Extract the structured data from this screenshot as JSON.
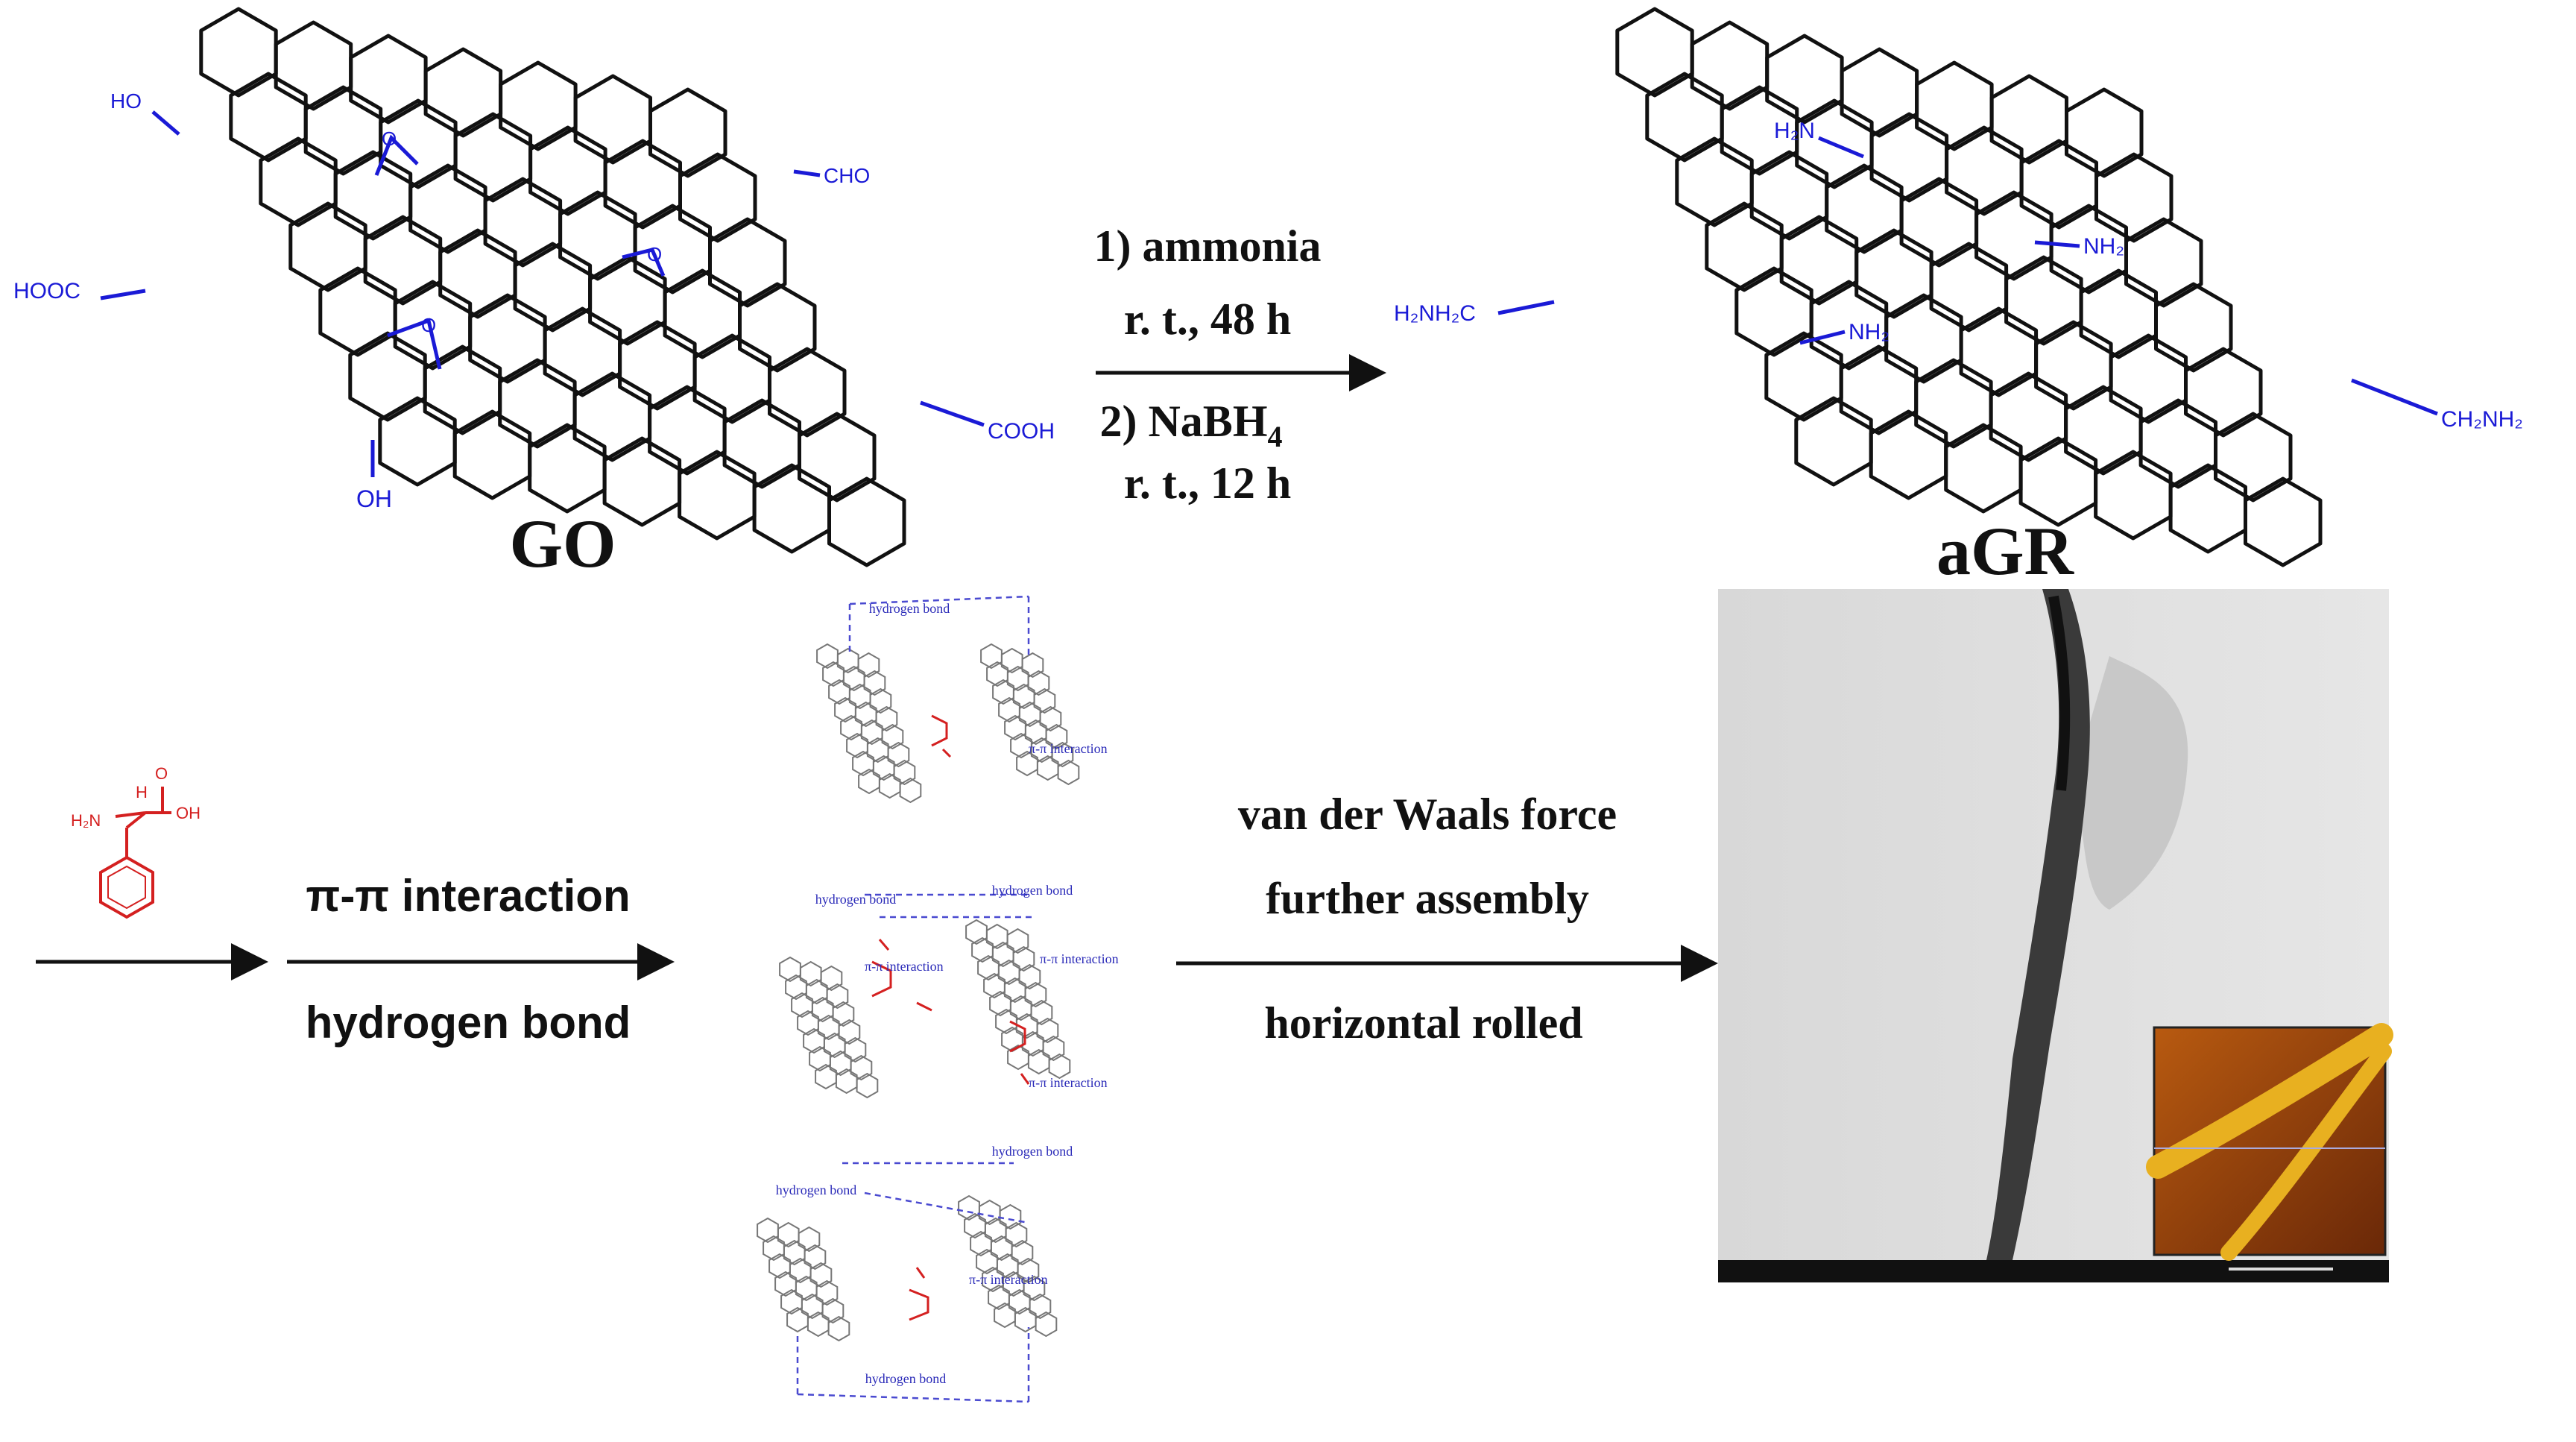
{
  "top": {
    "go_label": "GO",
    "agr_label": "aGR",
    "step1": "1) ammonia",
    "step1_cond": "r. t., 48 h",
    "step2": "2) NaBH",
    "step2_sub": "4",
    "step2_cond": "r. t., 12 h",
    "go_groups": {
      "ho": "HO",
      "cho": "CHO",
      "hooc": "HOOC",
      "cooh": "COOH",
      "oh": "OH",
      "epoxy": "O"
    },
    "agr_groups": {
      "h2n_top": "H₂N",
      "nh2_mid": "NH₂",
      "nh2_low": "NH₂",
      "h2nh2c": "H₂NH₂C",
      "ch2nh2": "CH₂NH₂"
    }
  },
  "bottom": {
    "phe": {
      "h": "H",
      "o": "O",
      "oh": "OH",
      "h2n": "H₂N"
    },
    "arrow1_top": "π-π interaction",
    "arrow1_bottom": "hydrogen bond",
    "arrow2_top1": "van der Waals force",
    "arrow2_top2": "further assembly",
    "arrow2_bottom": "horizontal rolled",
    "assembly_labels": {
      "hb_top": "hydrogen bond",
      "hb_left": "hydrogen bond",
      "hb_right": "hydrogen bond",
      "hb_mid": "hydrogen bond",
      "hb_mid_right": "hydrogen bond",
      "hb_bottom": "hydrogen bond",
      "pi_1": "π-π interaction",
      "pi_2": "π-π interaction",
      "pi_3": "π-π interaction",
      "pi_4": "π-π interaction",
      "pi_5": "π-π interaction"
    }
  },
  "colors": {
    "chem_blue": "#1a1ad6",
    "chem_red": "#d42020",
    "afm_gold": "#e8b020",
    "afm_bg": "#8a3a0a"
  }
}
